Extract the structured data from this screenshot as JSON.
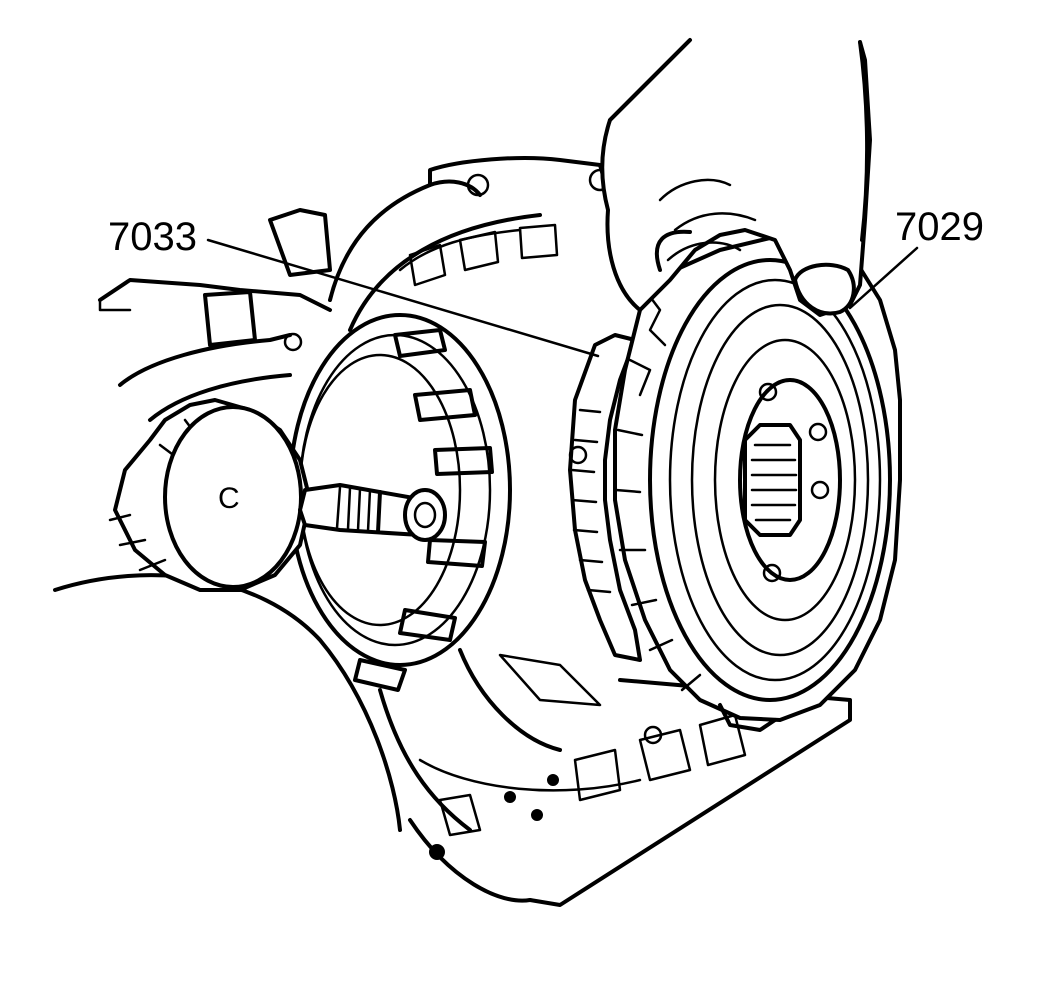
{
  "labels": {
    "part_left": "7033",
    "part_right": "7029",
    "center_mark": "C"
  }
}
